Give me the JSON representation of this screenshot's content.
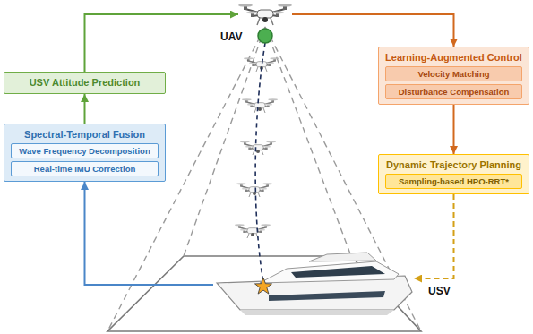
{
  "diagram": {
    "nodes": [
      {
        "text": [
          "UAV"
        ]
      },
      {
        "text": [
          "USV Attitude Prediction"
        ]
      },
      {
        "text": [
          "Learning-Augmented Control"
        ]
      },
      {
        "text": [
          "Velocity Matching"
        ],
        "in": 2
      },
      {
        "text": [
          "Disturbance Compensation"
        ],
        "in": 2
      },
      {
        "text": [
          "Spectral-Temporal Fusion"
        ]
      },
      {
        "text": [
          "Wave Frequency Decomposition"
        ],
        "in": 5
      },
      {
        "text": [
          "Real-time IMU Correction"
        ],
        "in": 5
      },
      {
        "text": [
          "Dynamic Trajectory Planning"
        ]
      },
      {
        "text": [
          "Sampling-based HPO-RRT*"
        ],
        "in": 8
      },
      {
        "text": [
          "USV"
        ]
      }
    ],
    "edges": [
      {
        "from": 10,
        "to": 5,
        "arrow": "to"
      },
      {
        "from": 5,
        "to": 1,
        "arrow": "to"
      },
      {
        "from": 1,
        "to": 0,
        "arrow": "to"
      },
      {
        "from": 0,
        "to": 2,
        "arrow": "to"
      },
      {
        "from": 2,
        "to": 8,
        "arrow": "to"
      },
      {
        "from": 8,
        "to": 10,
        "arrow": "to"
      }
    ]
  }
}
